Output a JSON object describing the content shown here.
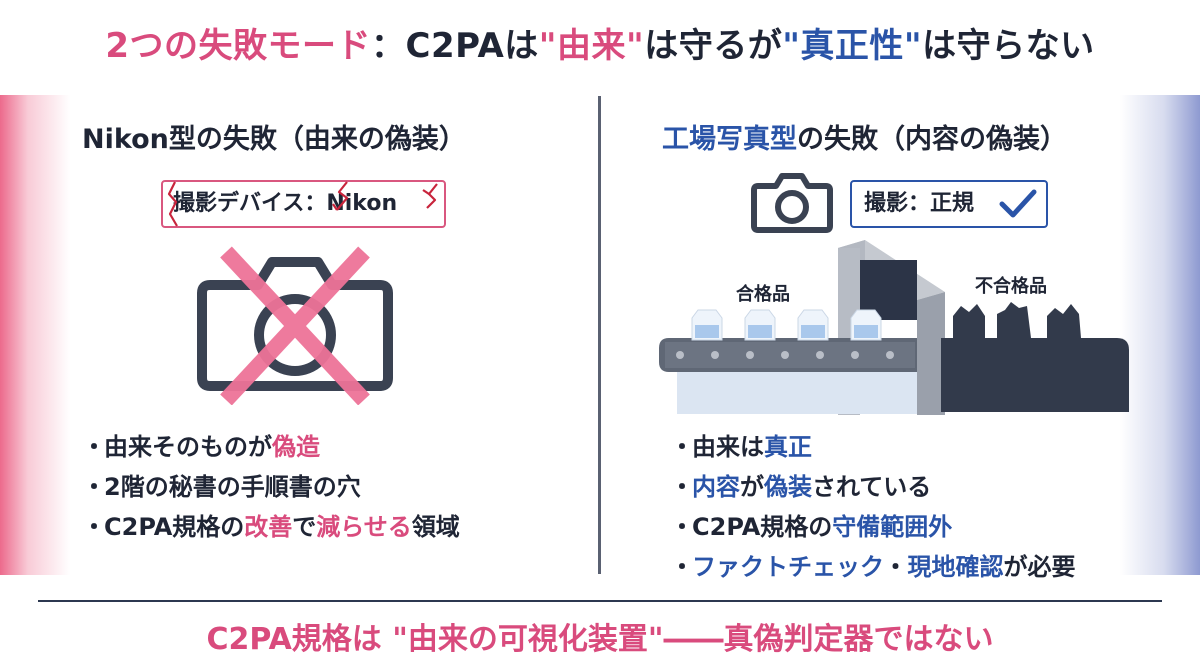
{
  "title": {
    "part1": "2つの失敗モード",
    "sep": "：C2PAは",
    "q1": "\"由来\"",
    "mid": "は守るが",
    "q2": "\"真正性\"",
    "end": "は守らない"
  },
  "left": {
    "heading_a": "Nikon型",
    "heading_b": "の失敗（由来の偽装）",
    "device_label": "撮影デバイス：Nikon",
    "bullets": [
      {
        "dot": "・",
        "a": "由来そのものが",
        "b": "偽造",
        "c": "",
        "d": "",
        "e": ""
      },
      {
        "dot": "・",
        "a": "2階の秘書の手順書の穴",
        "b": "",
        "c": "",
        "d": "",
        "e": ""
      },
      {
        "dot": "・",
        "a": "C2PA規格の",
        "b": "改善",
        "c": "で",
        "d": "減らせる",
        "e": "領域"
      }
    ]
  },
  "right": {
    "heading_a": "工場写真型",
    "heading_b": "の失敗（内容の偽装）",
    "badge_label": "撮影：正規",
    "pass_label": "合格品",
    "fail_label": "不合格品",
    "bullets": [
      {
        "dot": "・",
        "a": "由来は",
        "b": "真正",
        "c": "",
        "d": "",
        "e": ""
      },
      {
        "dot": "・",
        "a": "",
        "b": "内容",
        "c": "が",
        "d": "偽装",
        "e": "されている"
      },
      {
        "dot": "・",
        "a": "C2PA規格の",
        "b": "守備範囲外",
        "c": "",
        "d": "",
        "e": ""
      },
      {
        "dot": "・",
        "a": "",
        "b": "ファクトチェック",
        "c": "・",
        "d": "現地確認",
        "e": "が必要"
      }
    ]
  },
  "footer": "C2PA規格は \"由来の可視化装置\"――真偽判定器ではない",
  "icons": [
    "crossed-camera-icon",
    "camera-icon",
    "checkmark-icon",
    "conveyor-belt-icon",
    "crack-icon"
  ],
  "colors": {
    "accent_pink": "#d94b7d",
    "accent_blue": "#2a54a8",
    "ink": "#1f2535"
  }
}
